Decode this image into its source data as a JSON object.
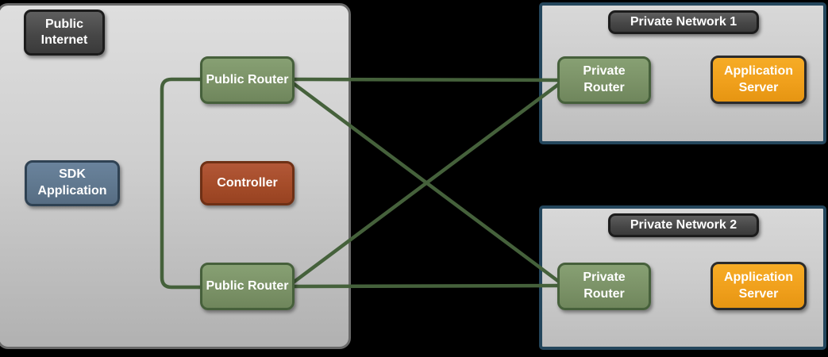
{
  "diagram": {
    "public_internet": {
      "label": "Public Internet",
      "nodes": {
        "sdk_application": {
          "label": "SDK Application"
        },
        "controller": {
          "label": "Controller"
        },
        "public_router_top": {
          "label": "Public Router"
        },
        "public_router_bottom": {
          "label": "Public Router"
        }
      }
    },
    "private_network_1": {
      "label": "Private Network 1",
      "nodes": {
        "private_router": {
          "label": "Private Router"
        },
        "application_server": {
          "label": "Application Server"
        }
      }
    },
    "private_network_2": {
      "label": "Private Network 2",
      "nodes": {
        "private_router": {
          "label": "Private Router"
        },
        "application_server": {
          "label": "Application Server"
        }
      }
    },
    "connections": [
      {
        "from": "public_router_top",
        "to": "private_network_1.private_router",
        "style": "horizontal"
      },
      {
        "from": "public_router_top",
        "to": "private_network_2.private_router",
        "style": "diagonal"
      },
      {
        "from": "public_router_bottom",
        "to": "private_network_2.private_router",
        "style": "horizontal"
      },
      {
        "from": "public_router_bottom",
        "to": "private_network_1.private_router",
        "style": "diagonal"
      },
      {
        "from": "public_router_top",
        "to": "public_router_bottom",
        "style": "left-bracket"
      }
    ],
    "colors": {
      "background": "#000000",
      "connection_line": "#45613b",
      "router_fill": "#7b9267",
      "router_border": "#46603b",
      "controller_fill": "#a54c29",
      "controller_border": "#6e3015",
      "sdk_fill": "#60788f",
      "sdk_border": "#2f4253",
      "app_server_fill": "#f0a01c",
      "app_server_border": "#2b2b2b",
      "badge_fill": "#474747",
      "badge_border": "#1c1c1c",
      "public_container_fill": "#cfcfcf",
      "public_container_border": "#696969",
      "private_container_fill": "#cccccc",
      "private_container_border": "#24465c",
      "label_text": "#ffffff"
    }
  }
}
